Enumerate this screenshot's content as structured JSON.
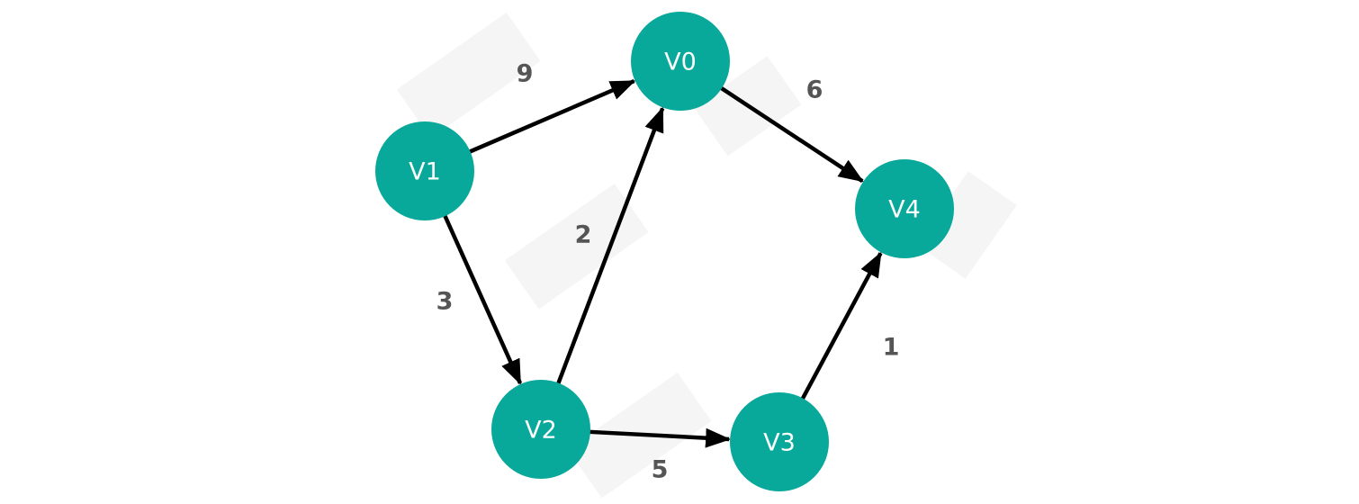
{
  "diagram": {
    "type": "directed-weighted-graph",
    "colors": {
      "node_fill": "#08A89B",
      "node_text": "#ffffff",
      "edge": "#000000",
      "weight_text": "#555555"
    },
    "nodes": [
      {
        "id": "V0",
        "label": "V0"
      },
      {
        "id": "V1",
        "label": "V1"
      },
      {
        "id": "V2",
        "label": "V2"
      },
      {
        "id": "V3",
        "label": "V3"
      },
      {
        "id": "V4",
        "label": "V4"
      }
    ],
    "edges": [
      {
        "from": "V1",
        "to": "V0",
        "weight": "9"
      },
      {
        "from": "V0",
        "to": "V4",
        "weight": "6"
      },
      {
        "from": "V1",
        "to": "V2",
        "weight": "3"
      },
      {
        "from": "V2",
        "to": "V0",
        "weight": "2"
      },
      {
        "from": "V2",
        "to": "V3",
        "weight": "5"
      },
      {
        "from": "V3",
        "to": "V4",
        "weight": "1"
      }
    ]
  }
}
